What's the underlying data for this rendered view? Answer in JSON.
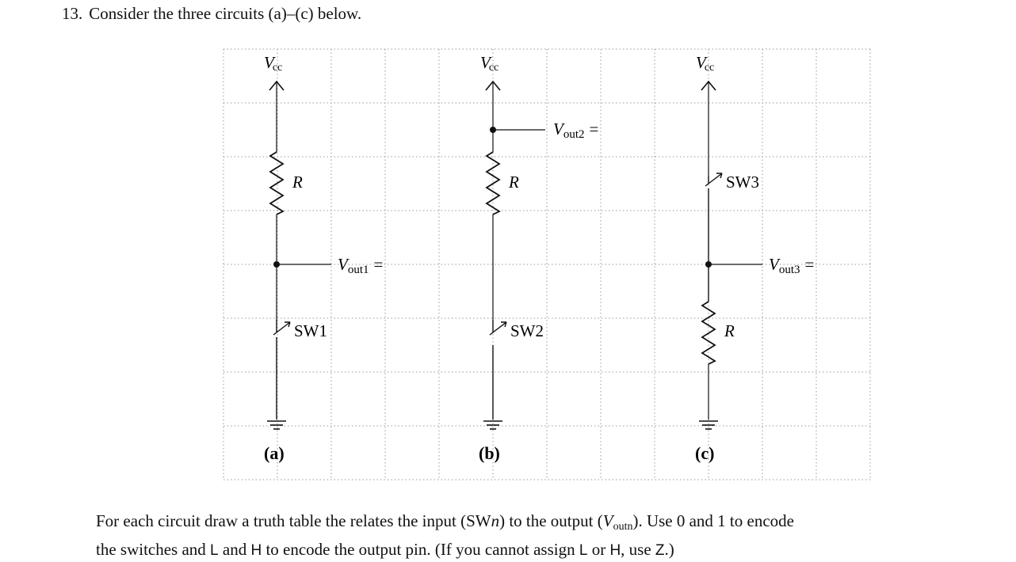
{
  "question": {
    "number": "13.",
    "prompt": "Consider the three circuits (a)–(c) below."
  },
  "circuits": [
    {
      "id": "a",
      "caption": "(a)",
      "supply": {
        "main": "V",
        "sub": "cc"
      },
      "resistor_label": "R",
      "switch_label": "SW1",
      "output": {
        "main": "V",
        "sub": "out1",
        "eq": "="
      }
    },
    {
      "id": "b",
      "caption": "(b)",
      "supply": {
        "main": "V",
        "sub": "cc"
      },
      "resistor_label": "R",
      "switch_label": "SW2",
      "output": {
        "main": "V",
        "sub": "out2",
        "eq": "="
      }
    },
    {
      "id": "c",
      "caption": "(c)",
      "supply": {
        "main": "V",
        "sub": "cc"
      },
      "resistor_label": "R",
      "switch_label": "SW3",
      "output": {
        "main": "V",
        "sub": "out3",
        "eq": "="
      }
    }
  ],
  "footer": {
    "line1_a": "For each circuit draw a truth table the relates the input (SW",
    "line1_n": "n",
    "line1_b": ") to the output (",
    "line1_v": "V",
    "line1_vsub": "outn",
    "line1_c": "). Use 0 and 1 to encode",
    "line2_a": "the switches and ",
    "line2_L": "L",
    "line2_b": " and ",
    "line2_H": "H",
    "line2_c": " to encode the output pin. (If you cannot assign ",
    "line2_L2": "L",
    "line2_d": " or ",
    "line2_H2": "H",
    "line2_e": ", use ",
    "line2_Z": "Z",
    "line2_f": ".)"
  },
  "colors": {
    "ink": "#111111",
    "grid": "#9a9a9a"
  }
}
